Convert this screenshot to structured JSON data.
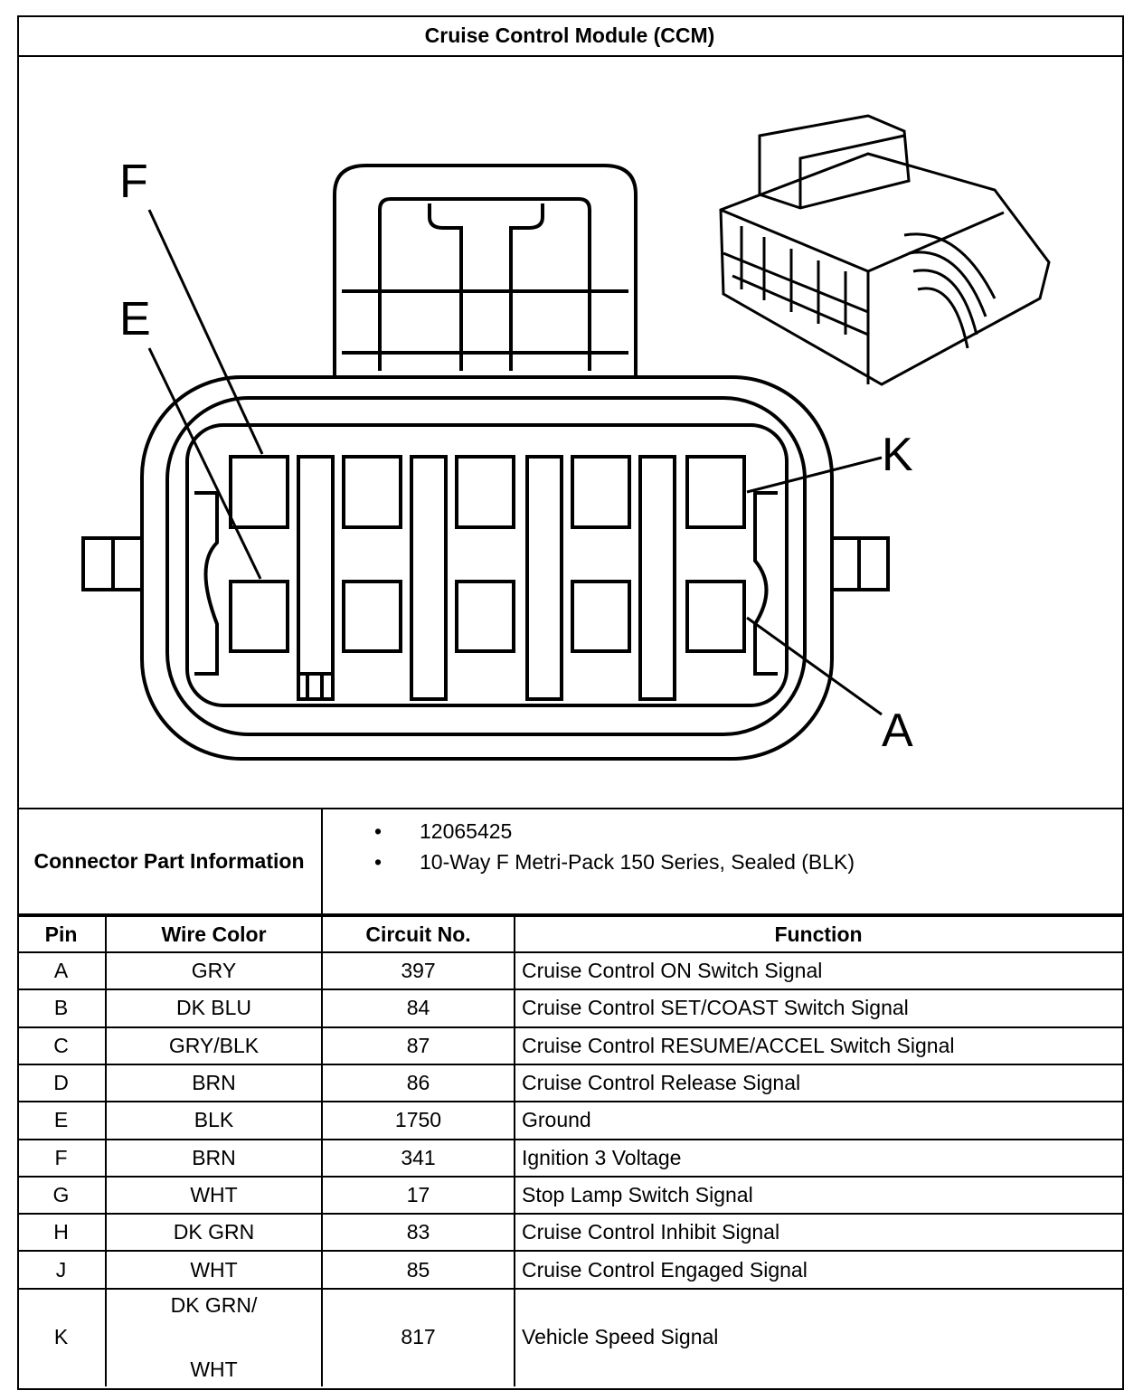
{
  "title": "Cruise Control Module (CCM)",
  "diagram": {
    "labels": {
      "f": "F",
      "e": "E",
      "k": "K",
      "a": "A"
    }
  },
  "part_info": {
    "label": "Connector Part Information",
    "items": [
      "12065425",
      "10-Way F Metri-Pack 150 Series, Sealed (BLK)"
    ]
  },
  "table": {
    "headers": {
      "pin": "Pin",
      "wire_color": "Wire Color",
      "circuit": "Circuit No.",
      "function": "Function"
    },
    "rows": [
      {
        "pin": "A",
        "wire_color": "GRY",
        "circuit": "397",
        "function": "Cruise Control ON Switch Signal"
      },
      {
        "pin": "B",
        "wire_color": "DK BLU",
        "circuit": "84",
        "function": "Cruise Control SET/COAST Switch Signal"
      },
      {
        "pin": "C",
        "wire_color": "GRY/BLK",
        "circuit": "87",
        "function": "Cruise Control RESUME/ACCEL Switch Signal"
      },
      {
        "pin": "D",
        "wire_color": "BRN",
        "circuit": "86",
        "function": "Cruise Control Release Signal"
      },
      {
        "pin": "E",
        "wire_color": "BLK",
        "circuit": "1750",
        "function": "Ground"
      },
      {
        "pin": "F",
        "wire_color": "BRN",
        "circuit": "341",
        "function": "Ignition 3 Voltage"
      },
      {
        "pin": "G",
        "wire_color": "WHT",
        "circuit": "17",
        "function": "Stop Lamp Switch Signal"
      },
      {
        "pin": "H",
        "wire_color": "DK GRN",
        "circuit": "83",
        "function": "Cruise Control Inhibit Signal"
      },
      {
        "pin": "J",
        "wire_color": "WHT",
        "circuit": "85",
        "function": "Cruise Control Engaged Signal"
      },
      {
        "pin": "K",
        "wire_color": "DK GRN/",
        "wire_color_2": "WHT",
        "circuit": "817",
        "function": "Vehicle Speed Signal"
      }
    ]
  }
}
